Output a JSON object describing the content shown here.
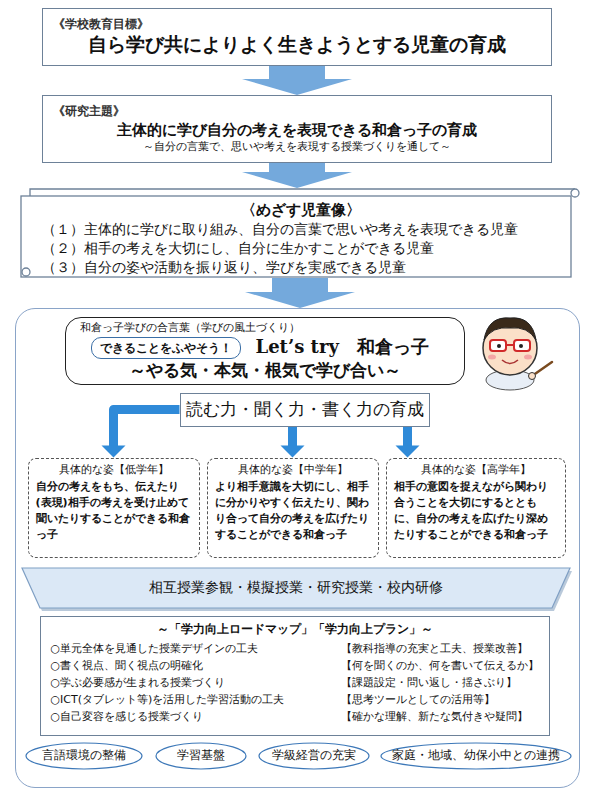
{
  "diagram": {
    "nodes": [
      {
        "text": [
          "《学校教育目標》",
          "自ら学び共によりよく生きようとする児童の育成"
        ]
      },
      {
        "text": [
          "《研究主題》",
          "主体的に学び自分の考えを表現できる和倉っ子の育成",
          "～自分の言葉で、思いや考えを表現する授業づくりを通して～"
        ]
      },
      {
        "text": [
          "〈めざす児童像〉",
          "（１）主体的に学びに取り組み、自分の言葉で思いや考えを表現できる児童",
          "（２）相手の考えを大切にし、自分に生かすことができる児童",
          "（３）自分の姿や活動を振り返り、学びを実感できる児童"
        ]
      },
      {
        "text": []
      },
      {
        "text": [
          "和倉っ子学びの合言葉（学びの風土づくり）",
          "Let’s try　和倉っ子",
          "～やる気・本気・根気で学び合い～"
        ],
        "in": 3
      },
      {
        "text": [
          "できることをふやそう！"
        ],
        "in": 4
      },
      {
        "text": [
          "読む力・聞く力・書く力の育成"
        ],
        "in": 3
      },
      {
        "text": [
          "具体的な姿【低学年】",
          "自分の考えをもち、伝えたり(表現)相手の考えを受け止めて聞いたりすることができる和倉っ子"
        ],
        "in": 3
      },
      {
        "text": [
          "具体的な姿【中学年】",
          "より相手意識を大切にし、相手に分かりやすく伝えたり、関わり合って自分の考えを広げたりすることができる和倉っ子"
        ],
        "in": 3
      },
      {
        "text": [
          "具体的な姿【高学年】",
          "相手の意図を捉えながら関わり合うことを大切にするとともに、自分の考えを広げたり深めたりすることができる和倉っ子"
        ],
        "in": 3
      },
      {
        "text": [
          "相互授業参観・模擬授業・研究授業・校内研修"
        ],
        "in": 3
      },
      {
        "text": [
          "～「学力向上ロードマップ」「学力向上プラン」～",
          "○単元全体を見通した授業デザインの工夫",
          "【教科指導の充実と工夫、授業改善】",
          "○書く視点、聞く視点の明確化",
          "【何を聞くのか、何を書いて伝えるか】",
          "○学ぶ必要感が生まれる授業づくり",
          "【課題設定・問い返し・揺さぶり】",
          "○ICT(タブレット等)を活用した学習活動の工夫",
          "【思考ツールとしての活用等】",
          "○自己変容を感じる授業づくり",
          "【確かな理解、新たな気付きや疑問】"
        ],
        "in": 3
      },
      {
        "text": [
          "言語環境の整備"
        ],
        "in": 3
      },
      {
        "text": [
          "学習基盤"
        ],
        "in": 3
      },
      {
        "text": [
          "学級経営の充実"
        ],
        "in": 3
      },
      {
        "text": [
          "家庭・地域、幼保小中との連携"
        ],
        "in": 3
      }
    ],
    "edges": [
      {
        "from": 0,
        "to": 1,
        "arrow": "to"
      },
      {
        "from": 1,
        "to": 2,
        "arrow": "to"
      },
      {
        "from": 2,
        "to": 3,
        "arrow": "to"
      },
      {
        "from": 6,
        "to": 7,
        "arrow": "to"
      },
      {
        "from": 6,
        "to": 8,
        "arrow": "to"
      },
      {
        "from": 6,
        "to": 9,
        "arrow": "to"
      }
    ]
  }
}
